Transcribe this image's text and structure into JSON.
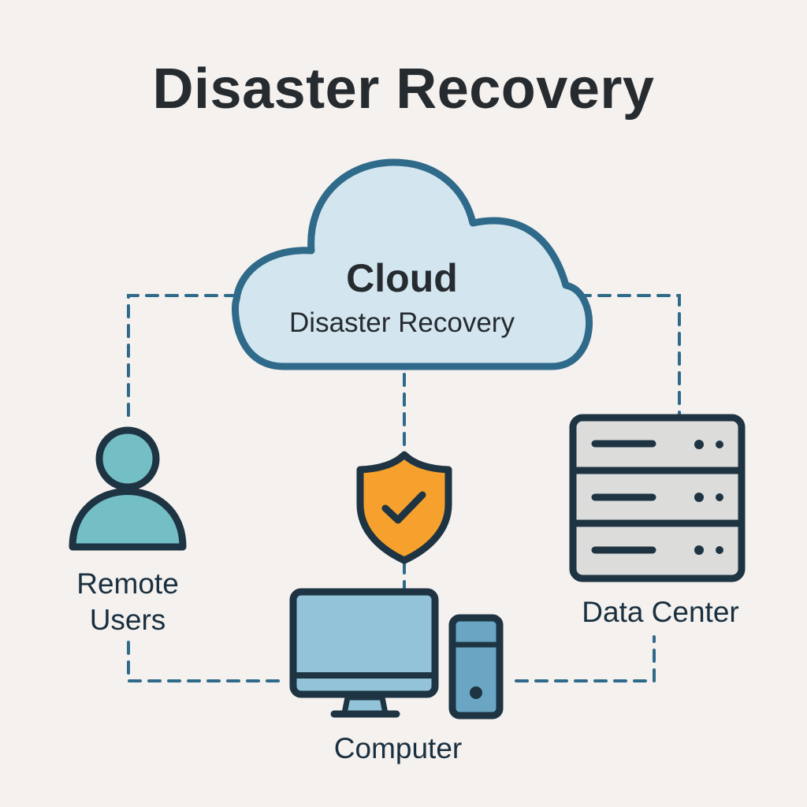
{
  "title": "Disaster Recovery",
  "cloud": {
    "title": "Cloud",
    "subtitle": "Disaster Recovery",
    "icon": "cloud-icon"
  },
  "nodes": {
    "remote_users": {
      "label_line1": "Remote",
      "label_line2": "Users",
      "icon": "user-icon"
    },
    "data_center": {
      "label": "Data Center",
      "icon": "server-rack-icon"
    },
    "computer": {
      "label": "Computer",
      "icon": "desktop-computer-icon"
    },
    "security": {
      "icon": "shield-check-icon"
    }
  },
  "colors": {
    "background": "#f4f1ee",
    "outline": "#1e3442",
    "cloud_fill": "#d3e6ef",
    "cloud_stroke": "#2f6a8a",
    "connector": "#2f6a8a",
    "user_fill": "#74bfc6",
    "shield_fill": "#f6a12d",
    "monitor_fill": "#93c3d8",
    "tower_fill": "#6aa6c4",
    "server_fill": "#dcdcdb"
  }
}
